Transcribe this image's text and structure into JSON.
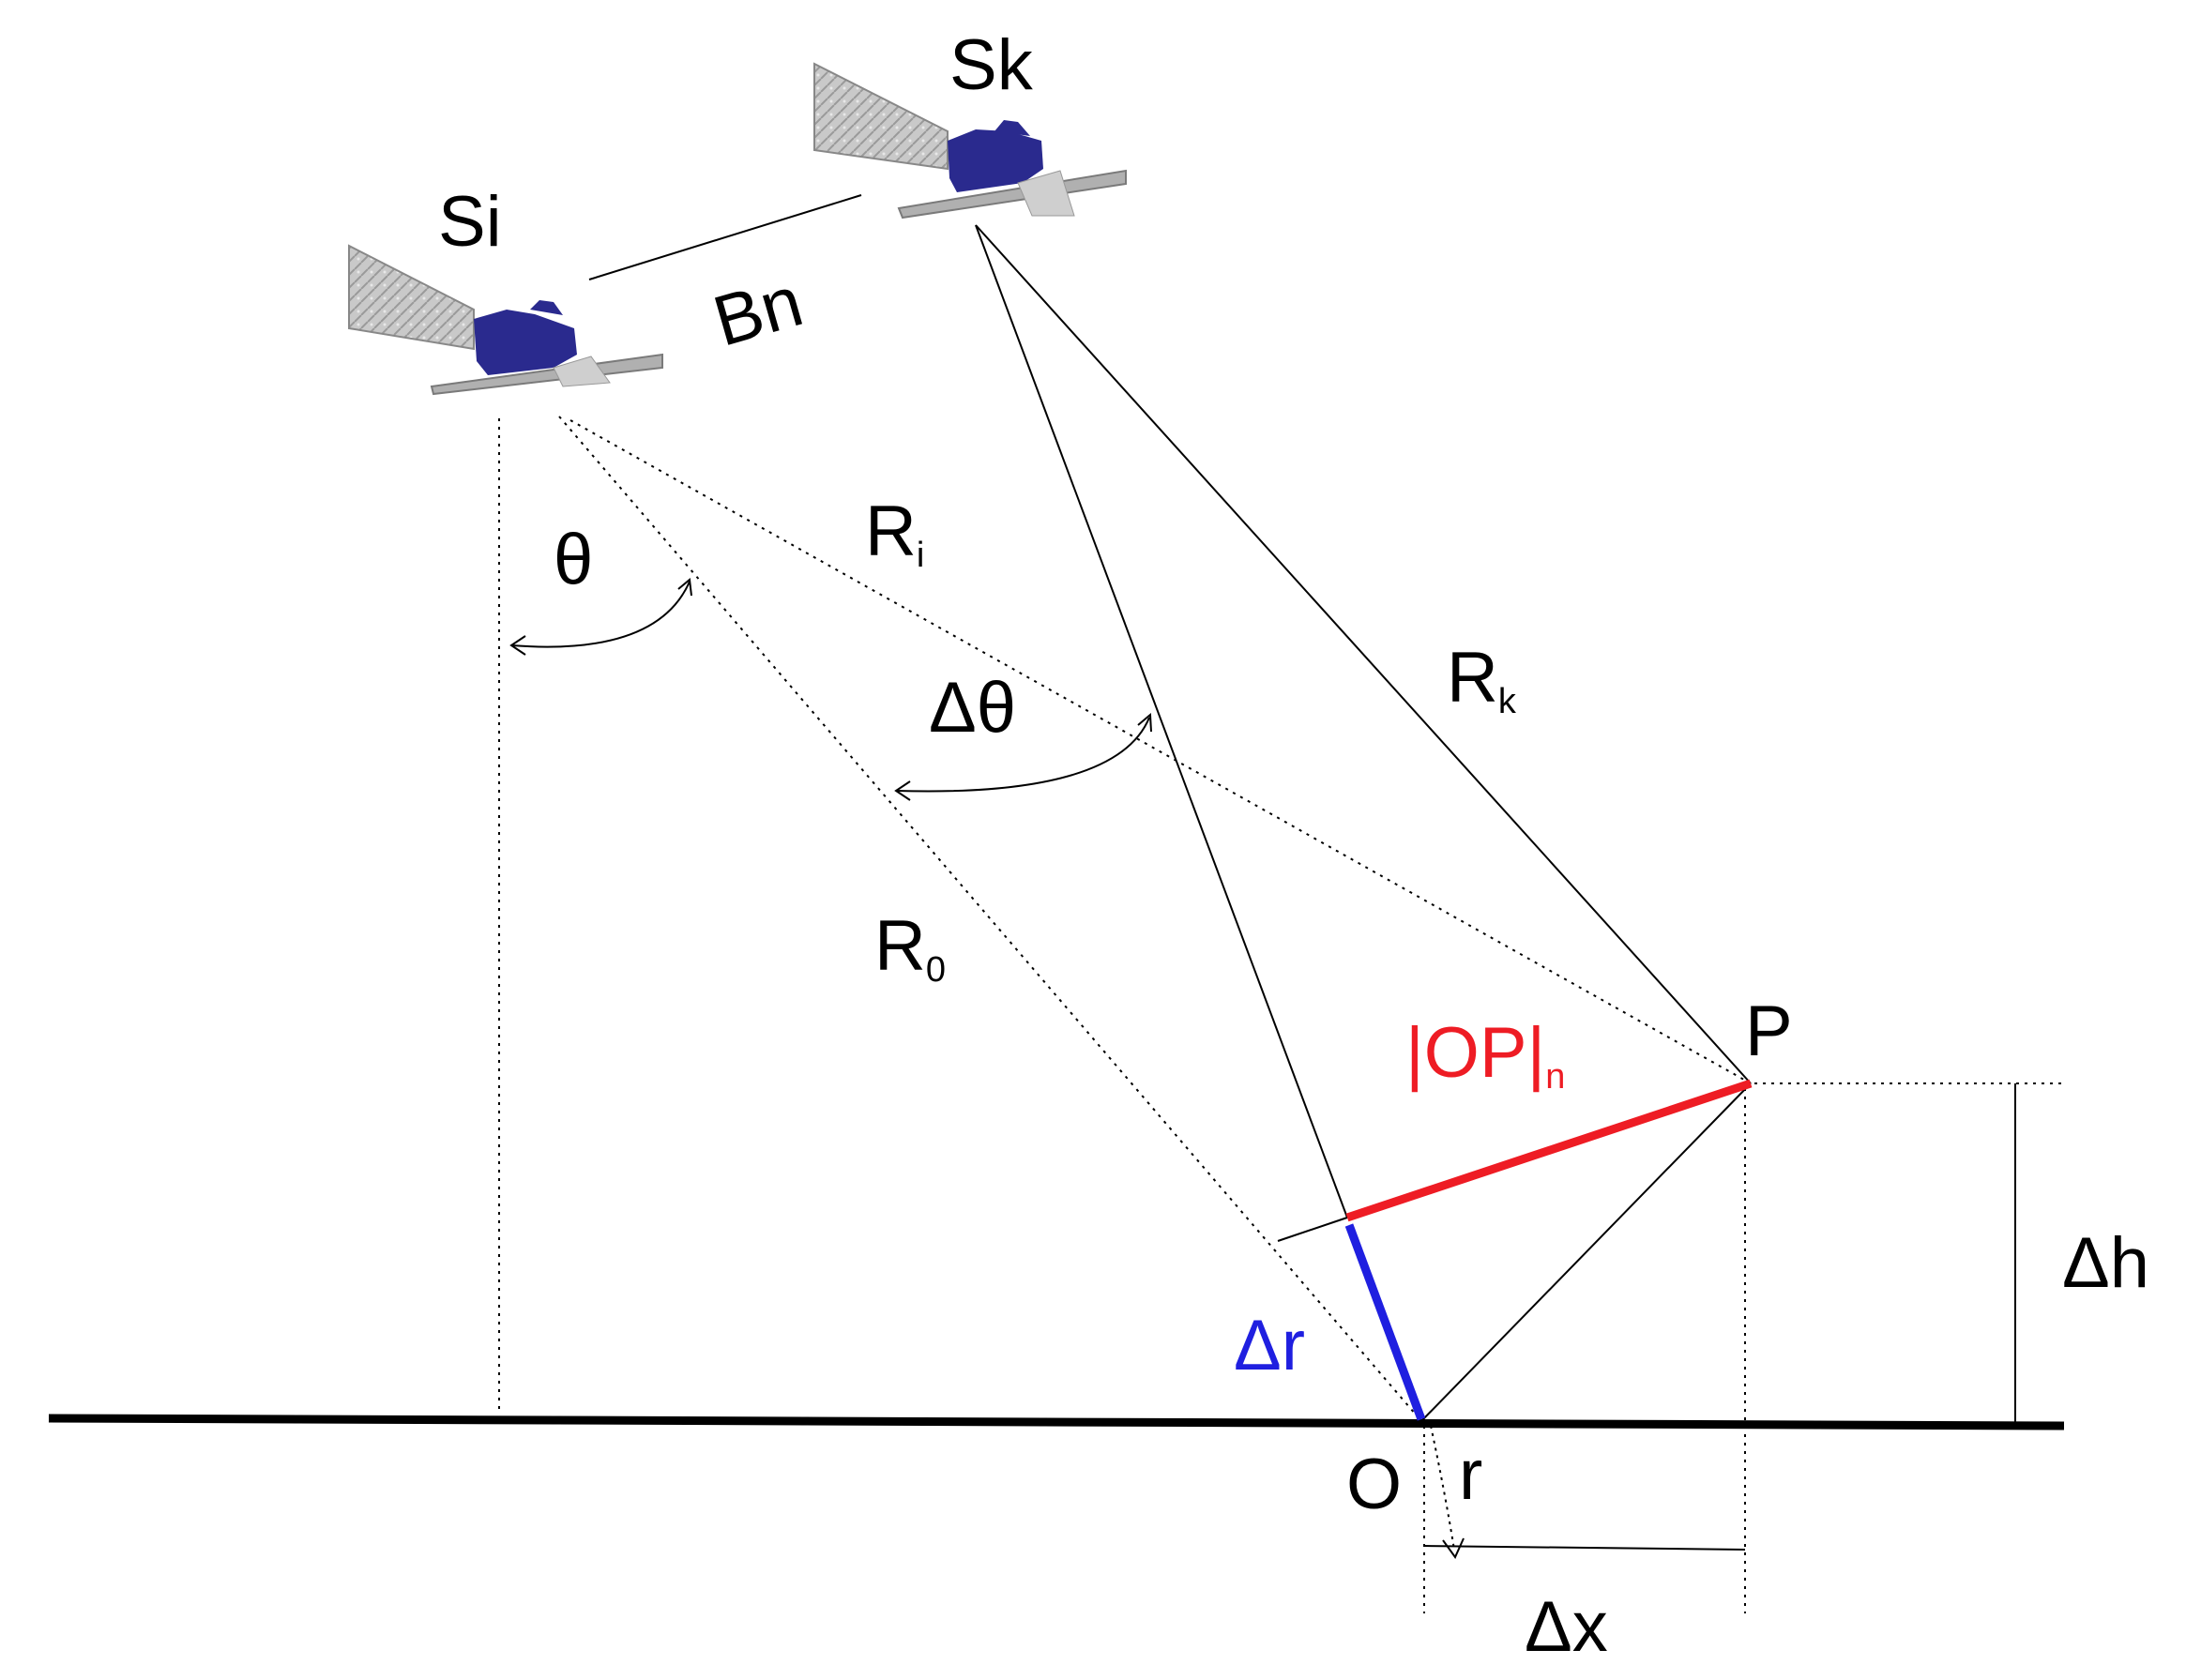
{
  "labels": {
    "sat_i": "Si",
    "sat_k": "Sk",
    "baseline": "Bn",
    "theta": "θ",
    "delta_theta": "Δθ",
    "r_i_main": "R",
    "r_i_sub": "i",
    "r_k_main": "R",
    "r_k_sub": "k",
    "r_0_main": "R",
    "r_0_sub": "0",
    "op_main": "|OP|",
    "op_sub": "n",
    "point_p": "P",
    "point_o": "O",
    "r": "r",
    "delta_r": "Δr",
    "delta_h": "Δh",
    "delta_x": "Δx"
  },
  "colors": {
    "op_segment": "#ee1c24",
    "delta_r_segment": "#1f1fe0",
    "satellite_body": "#2a2a8e",
    "solar_panel": "#b8b8b8"
  }
}
